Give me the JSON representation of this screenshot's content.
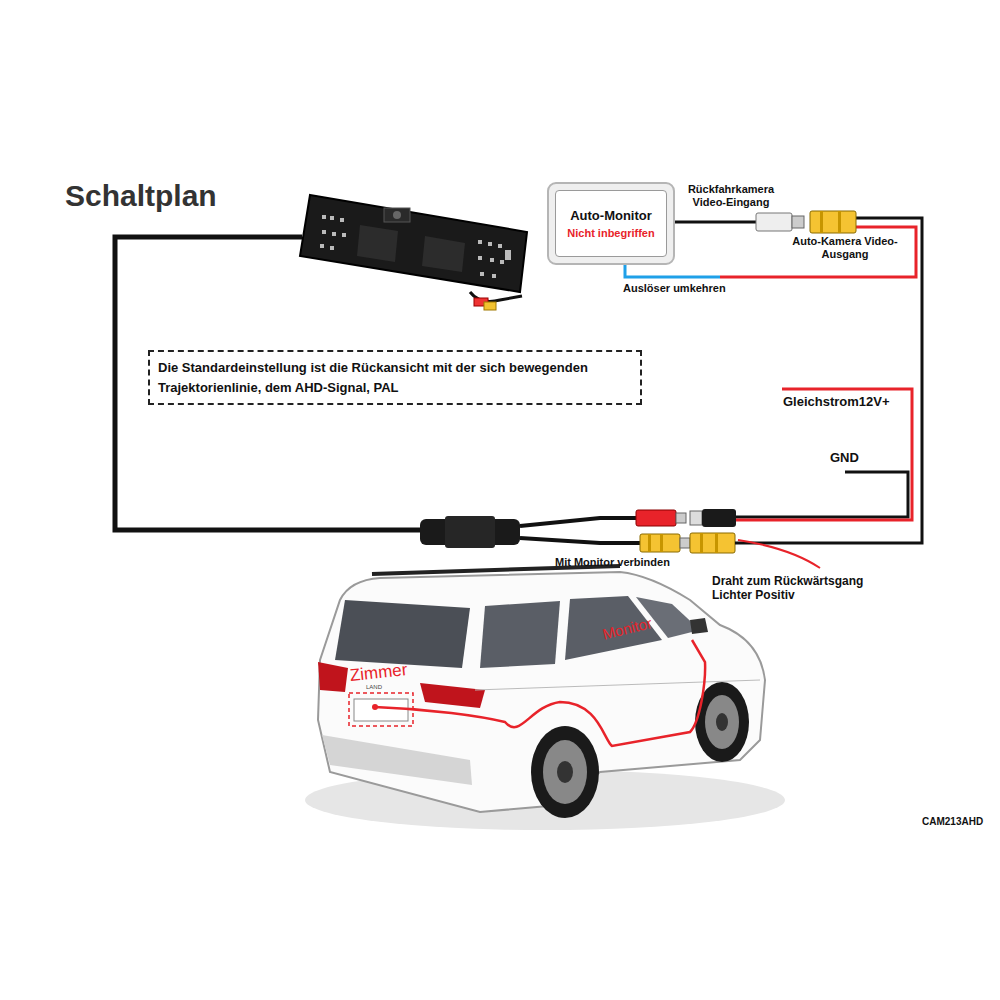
{
  "diagram": {
    "title": "Schaltplan",
    "nodes": [
      {
        "text": [
          "Auto-Monitor",
          "Nicht inbegriffen"
        ]
      },
      {
        "text": [
          "Die Standardeinstellung ist die Rückansicht mit der sich bewegenden Trajektorienlinie, dem AHD-Signal, PAL"
        ]
      }
    ],
    "labels": [
      "Rückfahrkamera Video-Eingang",
      "Auto-Kamera Video-Ausgang",
      "Auslöser umkehren",
      "Gleichstrom12V+",
      "GND",
      "Mit Monitor verbinden",
      "Draht zum Rückwärtsgang Lichter Positiv",
      "Monitor",
      "Zimmer",
      "LAND",
      "CAM213AHD"
    ]
  }
}
